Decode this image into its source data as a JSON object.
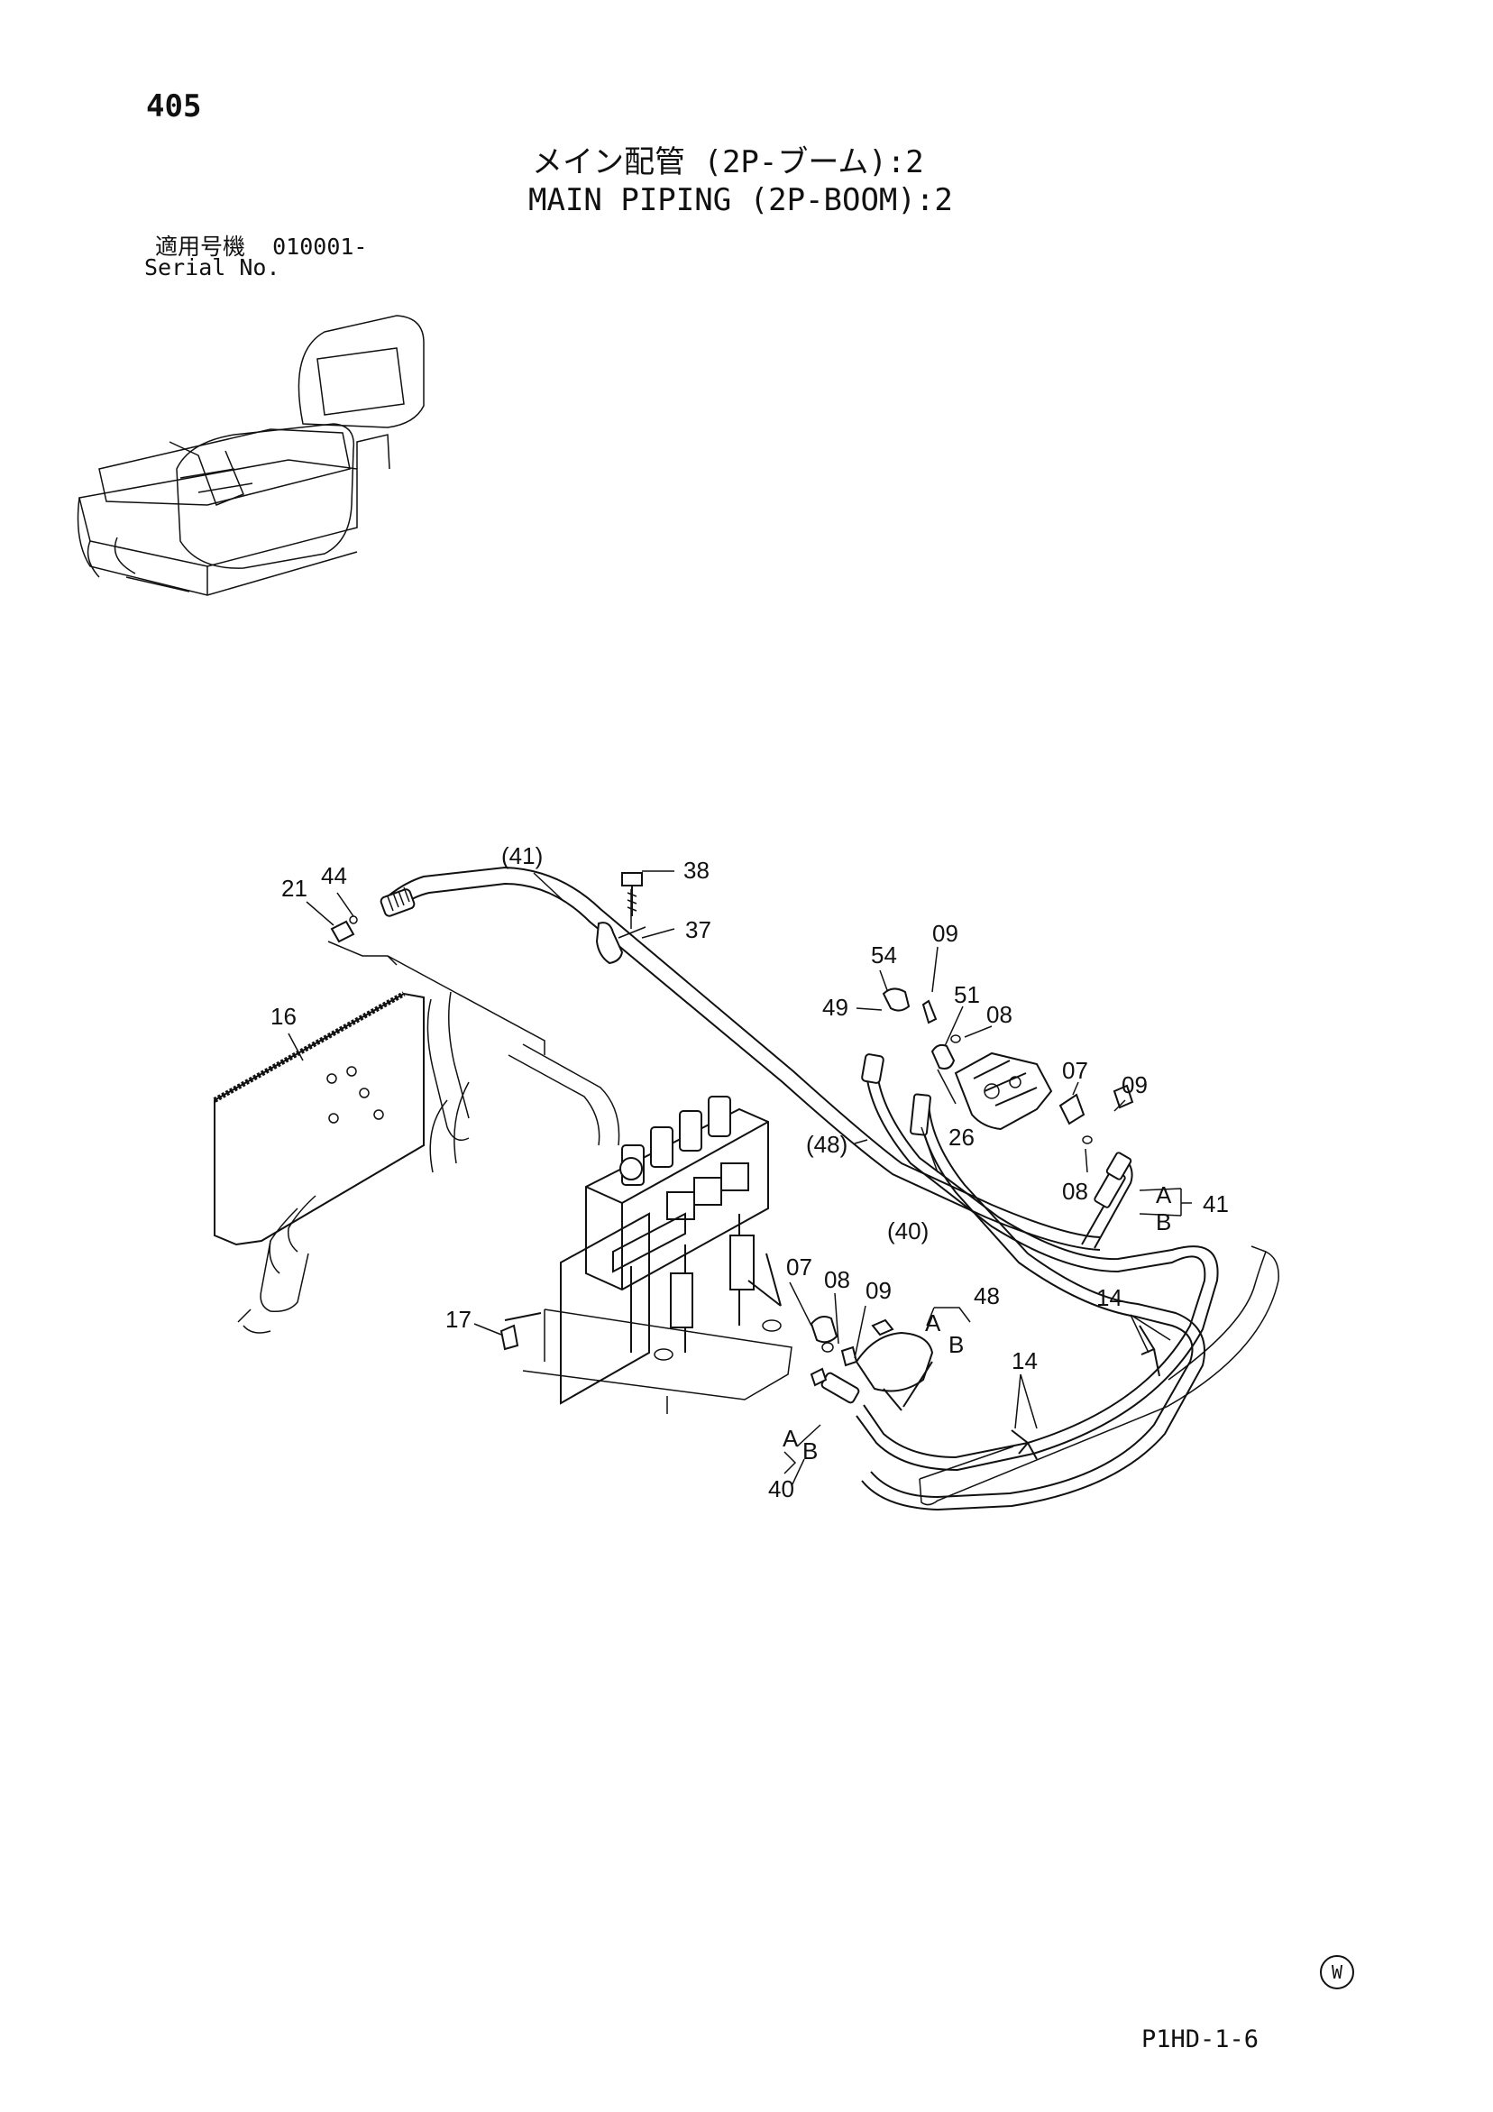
{
  "header": {
    "page_number": "405",
    "title_jp": "メイン配管 (2P-ブーム):2",
    "title_en": "MAIN PIPING (2P-BOOM):2",
    "serial_label_jp": "適用号機",
    "serial_value": "010001-",
    "serial_label_en": "Serial No."
  },
  "callouts": {
    "c21": "21",
    "c44": "44",
    "c41p": "(41)",
    "c38": "38",
    "c37": "37",
    "c16": "16",
    "c54": "54",
    "c09a": "09",
    "c51": "51",
    "c49": "49",
    "c08a": "08",
    "c07a": "07",
    "c09b": "09",
    "c26": "26",
    "c48p": "(48)",
    "c40p": "(40)",
    "c08b": "08",
    "cA1": "A",
    "cB1": "B",
    "c41": "41",
    "c07b": "07",
    "c08c": "08",
    "c09c": "09",
    "c48": "48",
    "cA2": "A",
    "cB2": "B",
    "c14a": "14",
    "c17": "17",
    "c14b": "14",
    "cA3": "A",
    "cB3": "B",
    "c40": "40"
  },
  "footer": {
    "watermark": "W",
    "figure_code": "P1HD-1-6"
  }
}
